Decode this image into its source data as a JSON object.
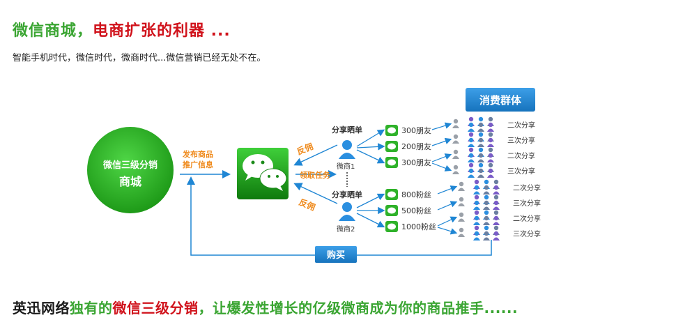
{
  "header": {
    "title_part1": "微信商城，",
    "title_part2": "电商扩张的利器 ...",
    "subtitle": "智能手机时代，微信时代，微商时代...微信营销已经无处不在。"
  },
  "diagram": {
    "mall_label_line1": "微信三级分销",
    "mall_label_line2": "商城",
    "publish_label_line1": "发布商品",
    "publish_label_line2": "推广信息",
    "feedback_top": "反佣",
    "receive_task": "领取任务",
    "feedback_bottom": "反佣",
    "share_top": "分享晒单",
    "share_bottom": "分享晒单",
    "merchant1": "微商1",
    "merchant2": "微商2",
    "consumer_group": "消费群体",
    "buy_label": "购买",
    "friends": [
      "300朋友",
      "200朋友",
      "300朋友"
    ],
    "fans": [
      "800粉丝",
      "500粉丝",
      "1000粉丝"
    ],
    "shares_top": [
      "二次分享",
      "三次分享",
      "二次分享",
      "三次分享"
    ],
    "shares_bottom": [
      "二次分享",
      "三次分享",
      "二次分享",
      "三次分享"
    ],
    "colors": {
      "green": "#2fb22a",
      "blue": "#1f86d4",
      "orange": "#ef8a1c",
      "red": "#d0121b"
    }
  },
  "footer": {
    "part1": "英迅网络",
    "part2": "独有的",
    "part3": "微信三级分销",
    "part4": "，让爆发性增长的亿级微商成为你的商品推手......"
  }
}
